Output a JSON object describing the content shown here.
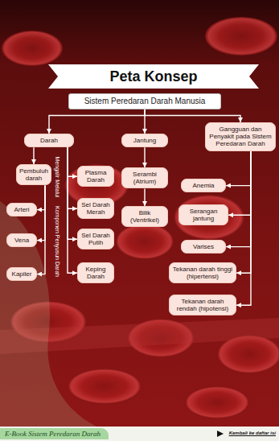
{
  "diagram": {
    "title": "Peta Konsep",
    "nodes": [
      {
        "text": [
          "Sistem Peredaran Darah Manusia"
        ]
      },
      {
        "text": [
          "Darah"
        ]
      },
      {
        "text": [
          "Jantung"
        ]
      },
      {
        "text": [
          "Gangguan dan Penyakit pada Sistem Peredaran Darah"
        ]
      },
      {
        "text": [
          "Pembuluh darah"
        ]
      },
      {
        "text": [
          "Arteri"
        ]
      },
      {
        "text": [
          "Vena"
        ]
      },
      {
        "text": [
          "Kapiler"
        ]
      },
      {
        "text": [
          "Plasma Darah"
        ]
      },
      {
        "text": [
          "Sel Darah Merah"
        ]
      },
      {
        "text": [
          "Sel Darah Putih"
        ]
      },
      {
        "text": [
          "Keping Darah"
        ]
      },
      {
        "text": [
          "Serambi (Atrium)"
        ]
      },
      {
        "text": [
          "Bilik (Ventrikel)"
        ]
      },
      {
        "text": [
          "Anemia"
        ]
      },
      {
        "text": [
          "Serangan jantung"
        ]
      },
      {
        "text": [
          "Varises"
        ]
      },
      {
        "text": [
          "Tekanan darah tinggi (hipertensi)"
        ]
      },
      {
        "text": [
          "Tekanan darah rendah (hipotensi)"
        ]
      }
    ],
    "edges": [
      {
        "from": 0,
        "to": 1,
        "arrow": "to"
      },
      {
        "from": 0,
        "to": 2,
        "arrow": "to"
      },
      {
        "from": 0,
        "to": 3,
        "arrow": "to"
      },
      {
        "from": 1,
        "to": 4,
        "arrow": "to"
      },
      {
        "from": 4,
        "to": 5,
        "arrow": "to"
      },
      {
        "from": 4,
        "to": 6,
        "arrow": "to"
      },
      {
        "from": 4,
        "to": 7,
        "arrow": "to"
      },
      {
        "from": 1,
        "to": 8,
        "arrow": "to"
      },
      {
        "from": 1,
        "to": 9,
        "arrow": "to"
      },
      {
        "from": 1,
        "to": 10,
        "arrow": "to"
      },
      {
        "from": 1,
        "to": 11,
        "arrow": "to"
      },
      {
        "from": 2,
        "to": 12,
        "arrow": "to"
      },
      {
        "from": 12,
        "to": 13,
        "arrow": "to"
      },
      {
        "from": 3,
        "to": 14,
        "arrow": "to"
      },
      {
        "from": 3,
        "to": 15,
        "arrow": "to"
      },
      {
        "from": 3,
        "to": 16,
        "arrow": "to"
      },
      {
        "from": 3,
        "to": 17,
        "arrow": "to"
      },
      {
        "from": 3,
        "to": 18,
        "arrow": "to"
      }
    ],
    "labels": [
      "Mengalir Melalui",
      "Komponen Penyusun Darah",
      "E-Book Sistem Peredaran Darah",
      "Kembali ke daftar isi"
    ]
  }
}
